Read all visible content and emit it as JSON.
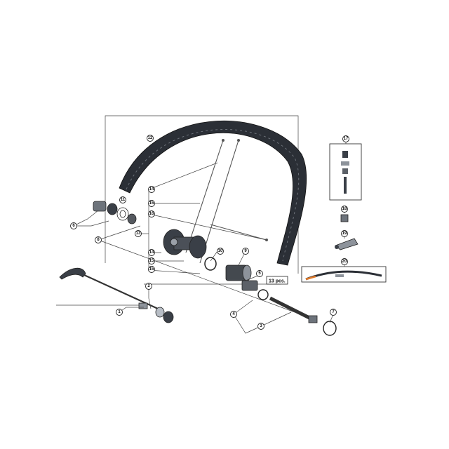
{
  "colors": {
    "rim": "#2b2f36",
    "hub": "#3a3f47",
    "line": "#444444",
    "tape_accent": "#e07a2a",
    "background": "#ffffff"
  },
  "callouts": {
    "c1": "1",
    "c2": "2",
    "c3": "3",
    "c4": "4",
    "c5": "5",
    "c6": "6",
    "c7": "7",
    "c8": "8",
    "c9": "9",
    "c10": "10",
    "c11": "11",
    "c12": "12",
    "c13": "13",
    "c14": "14",
    "c15": "15",
    "c16": "16",
    "c17": "17",
    "c18": "18",
    "c19": "19",
    "c20": "20"
  },
  "quantity_label": "13 pcs."
}
